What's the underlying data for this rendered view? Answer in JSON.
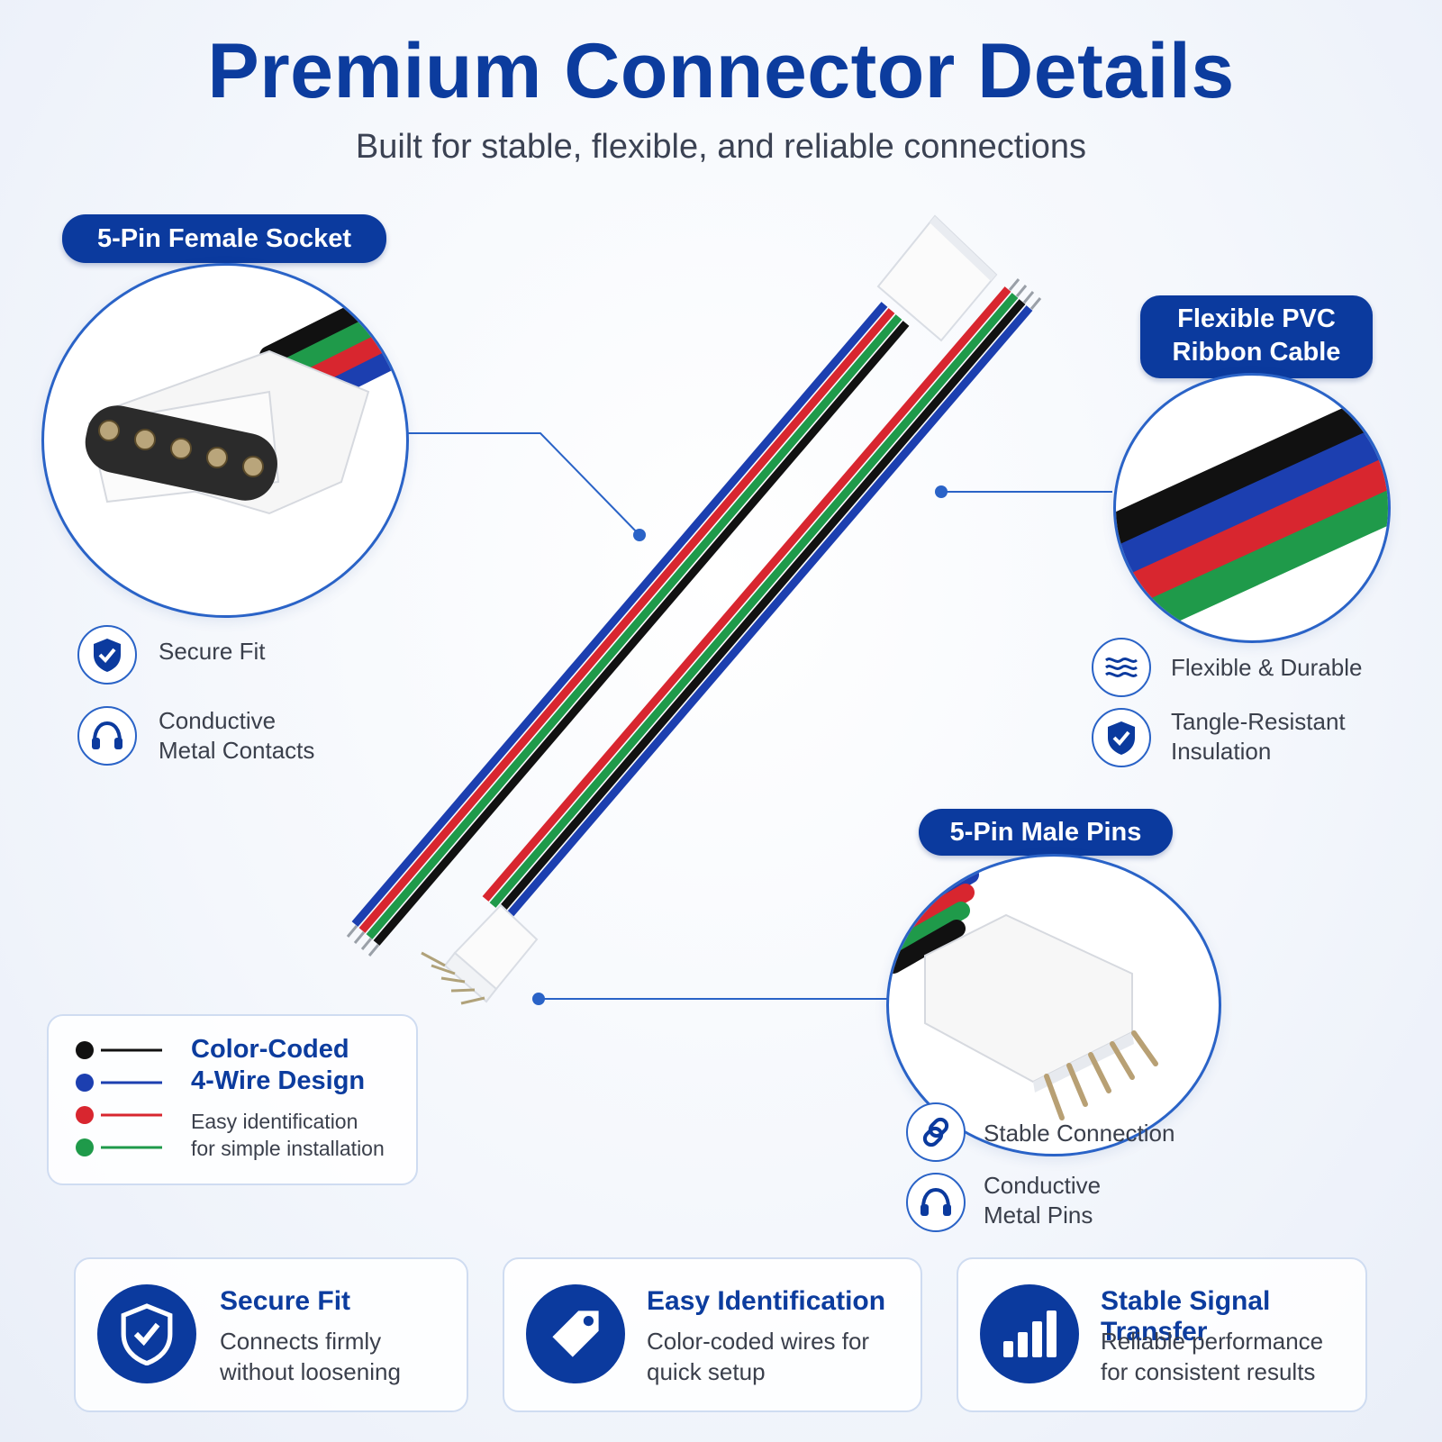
{
  "header": {
    "title": "Premium Connector Details",
    "subtitle": "Built for stable, flexible, and reliable connections"
  },
  "callouts": {
    "female": {
      "label": "5-Pin Female Socket",
      "features": [
        {
          "icon": "shield-check-icon",
          "text": "Secure Fit"
        },
        {
          "icon": "headset-icon",
          "text_line1": "Conductive",
          "text_line2": "Metal Contacts"
        }
      ]
    },
    "ribbon": {
      "label_line1": "Flexible PVC",
      "label_line2": "Ribbon Cable",
      "features": [
        {
          "icon": "waves-icon",
          "text": "Flexible & Durable"
        },
        {
          "icon": "shield-check-icon",
          "text_line1": "Tangle-Resistant",
          "text_line2": "Insulation"
        }
      ]
    },
    "male": {
      "label": "5-Pin Male Pins",
      "features": [
        {
          "icon": "link-icon",
          "text": "Stable Connection"
        },
        {
          "icon": "headset-icon",
          "text_line1": "Conductive",
          "text_line2": "Metal Pins"
        }
      ]
    }
  },
  "wire_legend": {
    "title_line1": "Color-Coded",
    "title_line2": "4-Wire Design",
    "desc_line1": "Easy identification",
    "desc_line2": "for simple installation",
    "colors": [
      "#111111",
      "#1c3fb0",
      "#d8262f",
      "#1f9a4a"
    ]
  },
  "cards": [
    {
      "icon": "shield-check-icon",
      "title": "Secure Fit",
      "desc_line1": "Connects firmly",
      "desc_line2": "without loosening"
    },
    {
      "icon": "tag-icon",
      "title": "Easy Identification",
      "desc_line1": "Color-coded wires for",
      "desc_line2": "quick setup"
    },
    {
      "icon": "signal-bars-icon",
      "title": "Stable Signal Transfer",
      "desc_line1": "Reliable performance",
      "desc_line2": "for consistent results"
    }
  ],
  "colors": {
    "brand": "#0b3a9e",
    "accent": "#2a63c7",
    "wire_black": "#111111",
    "wire_blue": "#1c3fb0",
    "wire_red": "#d8262f",
    "wire_green": "#1f9a4a"
  }
}
